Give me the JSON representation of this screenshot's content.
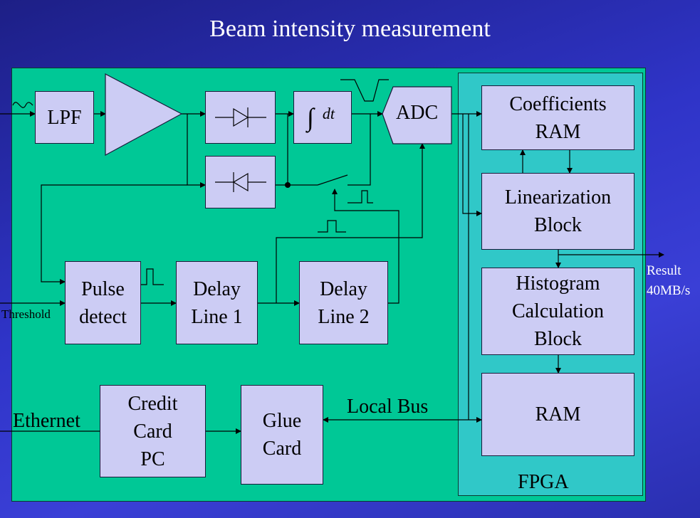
{
  "title": "Beam intensity measurement",
  "blocks": {
    "lpf": "LPF",
    "adc": "ADC",
    "integrator_symbol": "∫",
    "integrator_dt": "dt",
    "coeff_ram": "Coefficients\nRAM",
    "linearization": "Linearization\nBlock",
    "histogram": "Histogram\nCalculation\nBlock",
    "ram": "RAM",
    "pulse_detect": "Pulse\ndetect",
    "delay1": "Delay\nLine 1",
    "delay2": "Delay\nLine 2",
    "credit_card_pc": "Credit\nCard\nPC",
    "glue_card": "Glue\nCard"
  },
  "labels": {
    "threshold": "Threshold",
    "ethernet": "Ethernet",
    "local_bus": "Local Bus",
    "result_line1": "Result",
    "result_line2": "40MB/s",
    "fpga": "FPGA"
  }
}
